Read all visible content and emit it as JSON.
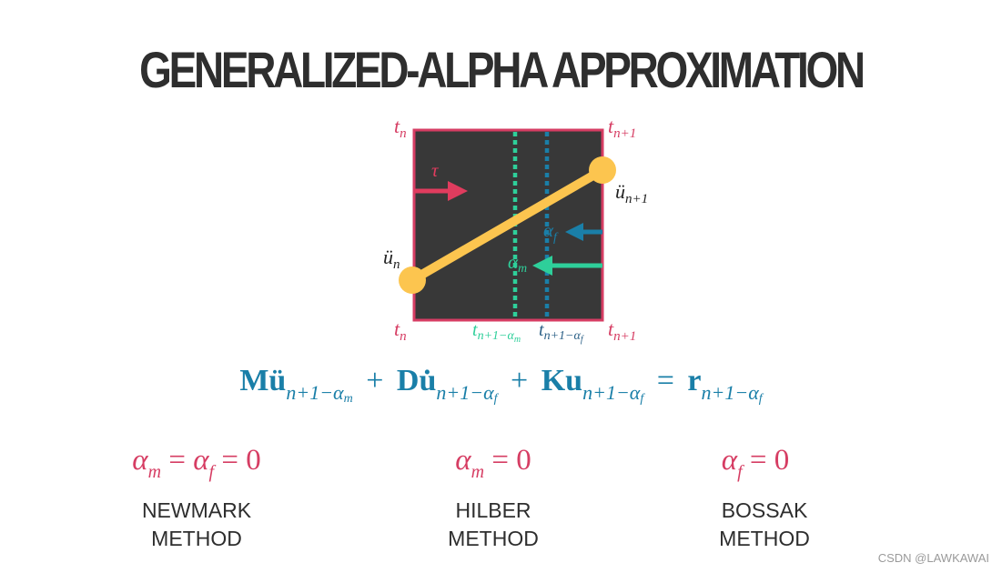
{
  "title": "GENERALIZED-ALPHA APPROXIMATION",
  "diagram": {
    "t_n_top": "t",
    "t_n_top_sub": "n",
    "t_n1_top": "t",
    "t_n1_top_sub": "n+1",
    "t_n_bottom": "t",
    "t_n_bottom_sub": "n",
    "t_n1_bottom": "t",
    "t_n1_bottom_sub": "n+1",
    "t_am": "t",
    "t_am_sub": "n+1−α",
    "t_am_subsub": "m",
    "t_af": "t",
    "t_af_sub": "n+1−α",
    "t_af_subsub": "f",
    "tau": "τ",
    "alpha_f": "α",
    "alpha_f_sub": "f",
    "alpha_m": "α",
    "alpha_m_sub": "m",
    "u_n": "ü",
    "u_n_sub": "n",
    "u_n1": "ü",
    "u_n1_sub": "n+1"
  },
  "equation": {
    "M": "M",
    "udd": "ü",
    "sub1": "n+1−α",
    "sub1s": "m",
    "plus1": "+",
    "D": "D",
    "ud": "u̇",
    "sub2": "n+1−α",
    "sub2s": "f",
    "plus2": "+",
    "K": "K",
    "u": "u",
    "sub3": "n+1−α",
    "sub3s": "f",
    "eq": "=",
    "r": "r",
    "sub4": "n+1−α",
    "sub4s": "f"
  },
  "methods": [
    {
      "cond_a": "α",
      "cond_a_sub": "m",
      "cond_mid": " = ",
      "cond_b": "α",
      "cond_b_sub": "f",
      "cond_end": " = 0",
      "line1": "NEWMARK",
      "line2": "METHOD"
    },
    {
      "cond_a": "α",
      "cond_a_sub": "m",
      "cond_end": " = 0",
      "line1": "HILBER",
      "line2": "METHOD"
    },
    {
      "cond_a": "α",
      "cond_a_sub": "f",
      "cond_end": " = 0",
      "line1": "BOSSAK",
      "line2": "METHOD"
    }
  ],
  "watermark": "CSDN @LAWKAWAI",
  "colors": {
    "box_fill": "#383838",
    "box_border": "#d63d63",
    "pink": "#d63d63",
    "yellow": "#fcc54f",
    "teal": "#2ecf9a",
    "blue": "#1a7fa8",
    "text_dark": "#2e2e2e"
  }
}
